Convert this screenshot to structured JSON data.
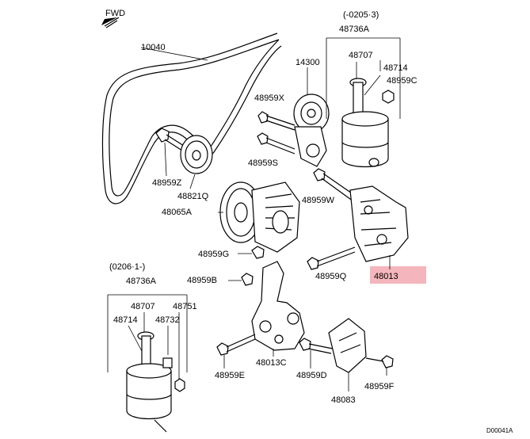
{
  "fwd_label": "FWD",
  "diagram_code": "D00041A",
  "highlight_color": "#f4b6bc",
  "variants": {
    "top": "(-0205·3)",
    "bottom": "(0206·1-)"
  },
  "labels": {
    "belt": "10040",
    "tensioner": "14300",
    "bolt_x": "48959X",
    "bolt_s": "48959S",
    "bolt_z": "48959Z",
    "pulley": "48821Q",
    "pump": "48065A",
    "bolt_w": "48959W",
    "bolt_g": "48959G",
    "bolt_b": "48959B",
    "bolt_q": "48959Q",
    "bracket": "48013",
    "bracket_c": "48013C",
    "bolt_e": "48959E",
    "bolt_d": "48959D",
    "bolt_f": "48959F",
    "stay": "48083",
    "reservoir_top": "48736A",
    "cap_top": "48707",
    "filter_top": "48714",
    "bolt_c": "48959C",
    "reservoir_bottom": "48736A",
    "cap_bottom": "48707",
    "part_bottom": "48751",
    "filter_bottom": "48714",
    "part_bottom_2": "48732"
  }
}
